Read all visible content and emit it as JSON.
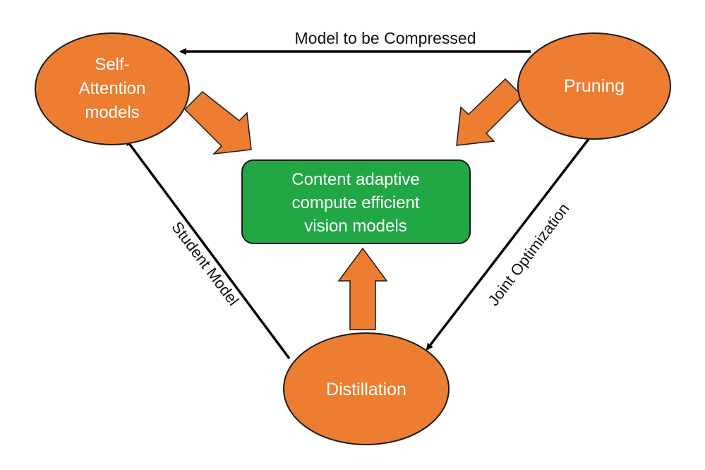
{
  "diagram": {
    "nodes": {
      "self_attention": {
        "lines": [
          "Self-",
          "Attention",
          "models"
        ]
      },
      "pruning": {
        "lines": [
          "Pruning"
        ]
      },
      "distillation": {
        "lines": [
          "Distillation"
        ]
      },
      "center": {
        "lines": [
          "Content adaptive",
          "compute efficient",
          "vision models"
        ]
      }
    },
    "edges": {
      "top": "Model to be Compressed",
      "left": "Student Model",
      "right": "Joint Optimization"
    },
    "colors": {
      "node_fill": "#ED7D31",
      "node_stroke": "#1a1a1a",
      "center_fill": "#21A845",
      "line": "#000000"
    }
  }
}
